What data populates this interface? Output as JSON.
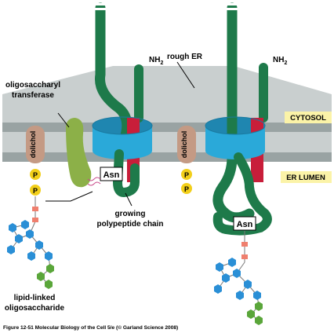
{
  "labels": {
    "rough_er": "rough ER",
    "nh2_left": "NH",
    "nh2_right": "NH",
    "nh2_sub": "2",
    "ost_line1": "oligosaccharyl",
    "ost_line2": "transferase",
    "cytosol": "CYTOSOL",
    "er_lumen": "ER LUMEN",
    "dolichol": "dolichol",
    "phosphate": "P",
    "asn": "Asn",
    "growing_line1": "growing",
    "growing_line2": "polypeptide chain",
    "lipid_line1": "lipid-linked",
    "lipid_line2": "oligosaccharide",
    "caption": "Figure 12-51  Molecular Biology of the Cell 5/e (© Garland Science 2008)"
  },
  "colors": {
    "membrane_top": "#c5cbcb",
    "membrane_band": "#8f9a9a",
    "polypeptide": "#1e7a4a",
    "translocon": "#2aa9d9",
    "plug": "#c81e3a",
    "ost": "#8cb048",
    "dolichol": "#c49a84",
    "phosphate": "#f2cf1a",
    "label_bg": "#fbf3a8",
    "glcnac": "#ef7f6e",
    "mannose": "#2a8fd6",
    "glucose": "#5aa63a"
  }
}
